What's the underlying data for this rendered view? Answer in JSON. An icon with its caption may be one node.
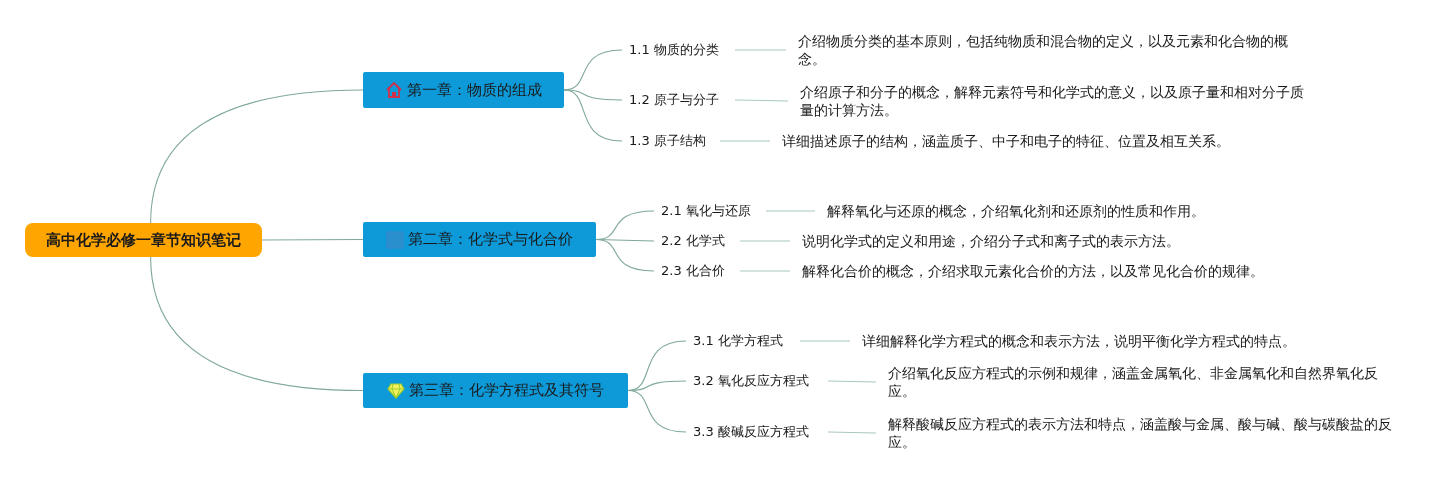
{
  "diagram": {
    "nodes": [
      {
        "text": [
          "高中化学必修一章节知识笔记"
        ]
      },
      {
        "text": [
          "第一章：物质的组成"
        ]
      },
      {
        "text": [
          "第二章：化学式与化合价"
        ]
      },
      {
        "text": [
          "第三章：化学方程式及其符号"
        ]
      },
      {
        "text": [
          "1.1 物质的分类"
        ]
      },
      {
        "text": [
          "1.2 原子与分子"
        ]
      },
      {
        "text": [
          "1.3 原子结构"
        ]
      },
      {
        "text": [
          "2.1 氧化与还原"
        ]
      },
      {
        "text": [
          "2.2 化学式"
        ]
      },
      {
        "text": [
          "2.3 化合价"
        ]
      },
      {
        "text": [
          "3.1 化学方程式"
        ]
      },
      {
        "text": [
          "3.2 氧化反应方程式"
        ]
      },
      {
        "text": [
          "3.3 酸碱反应方程式"
        ]
      },
      {
        "text": [
          "介绍物质分类的基本原则，包括纯物质和混合物的定义，以及元素和化合物的概念。"
        ]
      },
      {
        "text": [
          "介绍原子和分子的概念，解释元素符号和化学式的意义，以及原子量和相对分子质量的计算方法。"
        ]
      },
      {
        "text": [
          "详细描述原子的结构，涵盖质子、中子和电子的特征、位置及相互关系。"
        ]
      },
      {
        "text": [
          "解释氧化与还原的概念，介绍氧化剂和还原剂的性质和作用。"
        ]
      },
      {
        "text": [
          "说明化学式的定义和用途，介绍分子式和离子式的表示方法。"
        ]
      },
      {
        "text": [
          "解释化合价的概念，介绍求取元素化合价的方法，以及常见化合价的规律。"
        ]
      },
      {
        "text": [
          "详细解释化学方程式的概念和表示方法，说明平衡化学方程式的特点。"
        ]
      },
      {
        "text": [
          "介绍氧化反应方程式的示例和规律，涵盖金属氧化、非金属氧化和自然界氧化反应。"
        ]
      },
      {
        "text": [
          "解释酸碱反应方程式的表示方法和特点，涵盖酸与金属、酸与碱、酸与碳酸盐的反应。"
        ]
      }
    ],
    "edges": [
      {
        "from": 0,
        "to": 1,
        "arrow": "none"
      },
      {
        "from": 0,
        "to": 2,
        "arrow": "none"
      },
      {
        "from": 0,
        "to": 3,
        "arrow": "none"
      },
      {
        "from": 1,
        "to": 4,
        "arrow": "none"
      },
      {
        "from": 1,
        "to": 5,
        "arrow": "none"
      },
      {
        "from": 1,
        "to": 6,
        "arrow": "none"
      },
      {
        "from": 2,
        "to": 7,
        "arrow": "none"
      },
      {
        "from": 2,
        "to": 8,
        "arrow": "none"
      },
      {
        "from": 2,
        "to": 9,
        "arrow": "none"
      },
      {
        "from": 3,
        "to": 10,
        "arrow": "none"
      },
      {
        "from": 3,
        "to": 11,
        "arrow": "none"
      },
      {
        "from": 3,
        "to": 12,
        "arrow": "none"
      },
      {
        "from": 4,
        "to": 13,
        "arrow": "none"
      },
      {
        "from": 5,
        "to": 14,
        "arrow": "none"
      },
      {
        "from": 6,
        "to": 15,
        "arrow": "none"
      },
      {
        "from": 7,
        "to": 16,
        "arrow": "none"
      },
      {
        "from": 8,
        "to": 17,
        "arrow": "none"
      },
      {
        "from": 9,
        "to": 18,
        "arrow": "none"
      },
      {
        "from": 10,
        "to": 19,
        "arrow": "none"
      },
      {
        "from": 11,
        "to": 20,
        "arrow": "none"
      },
      {
        "from": 12,
        "to": 21,
        "arrow": "none"
      }
    ]
  }
}
